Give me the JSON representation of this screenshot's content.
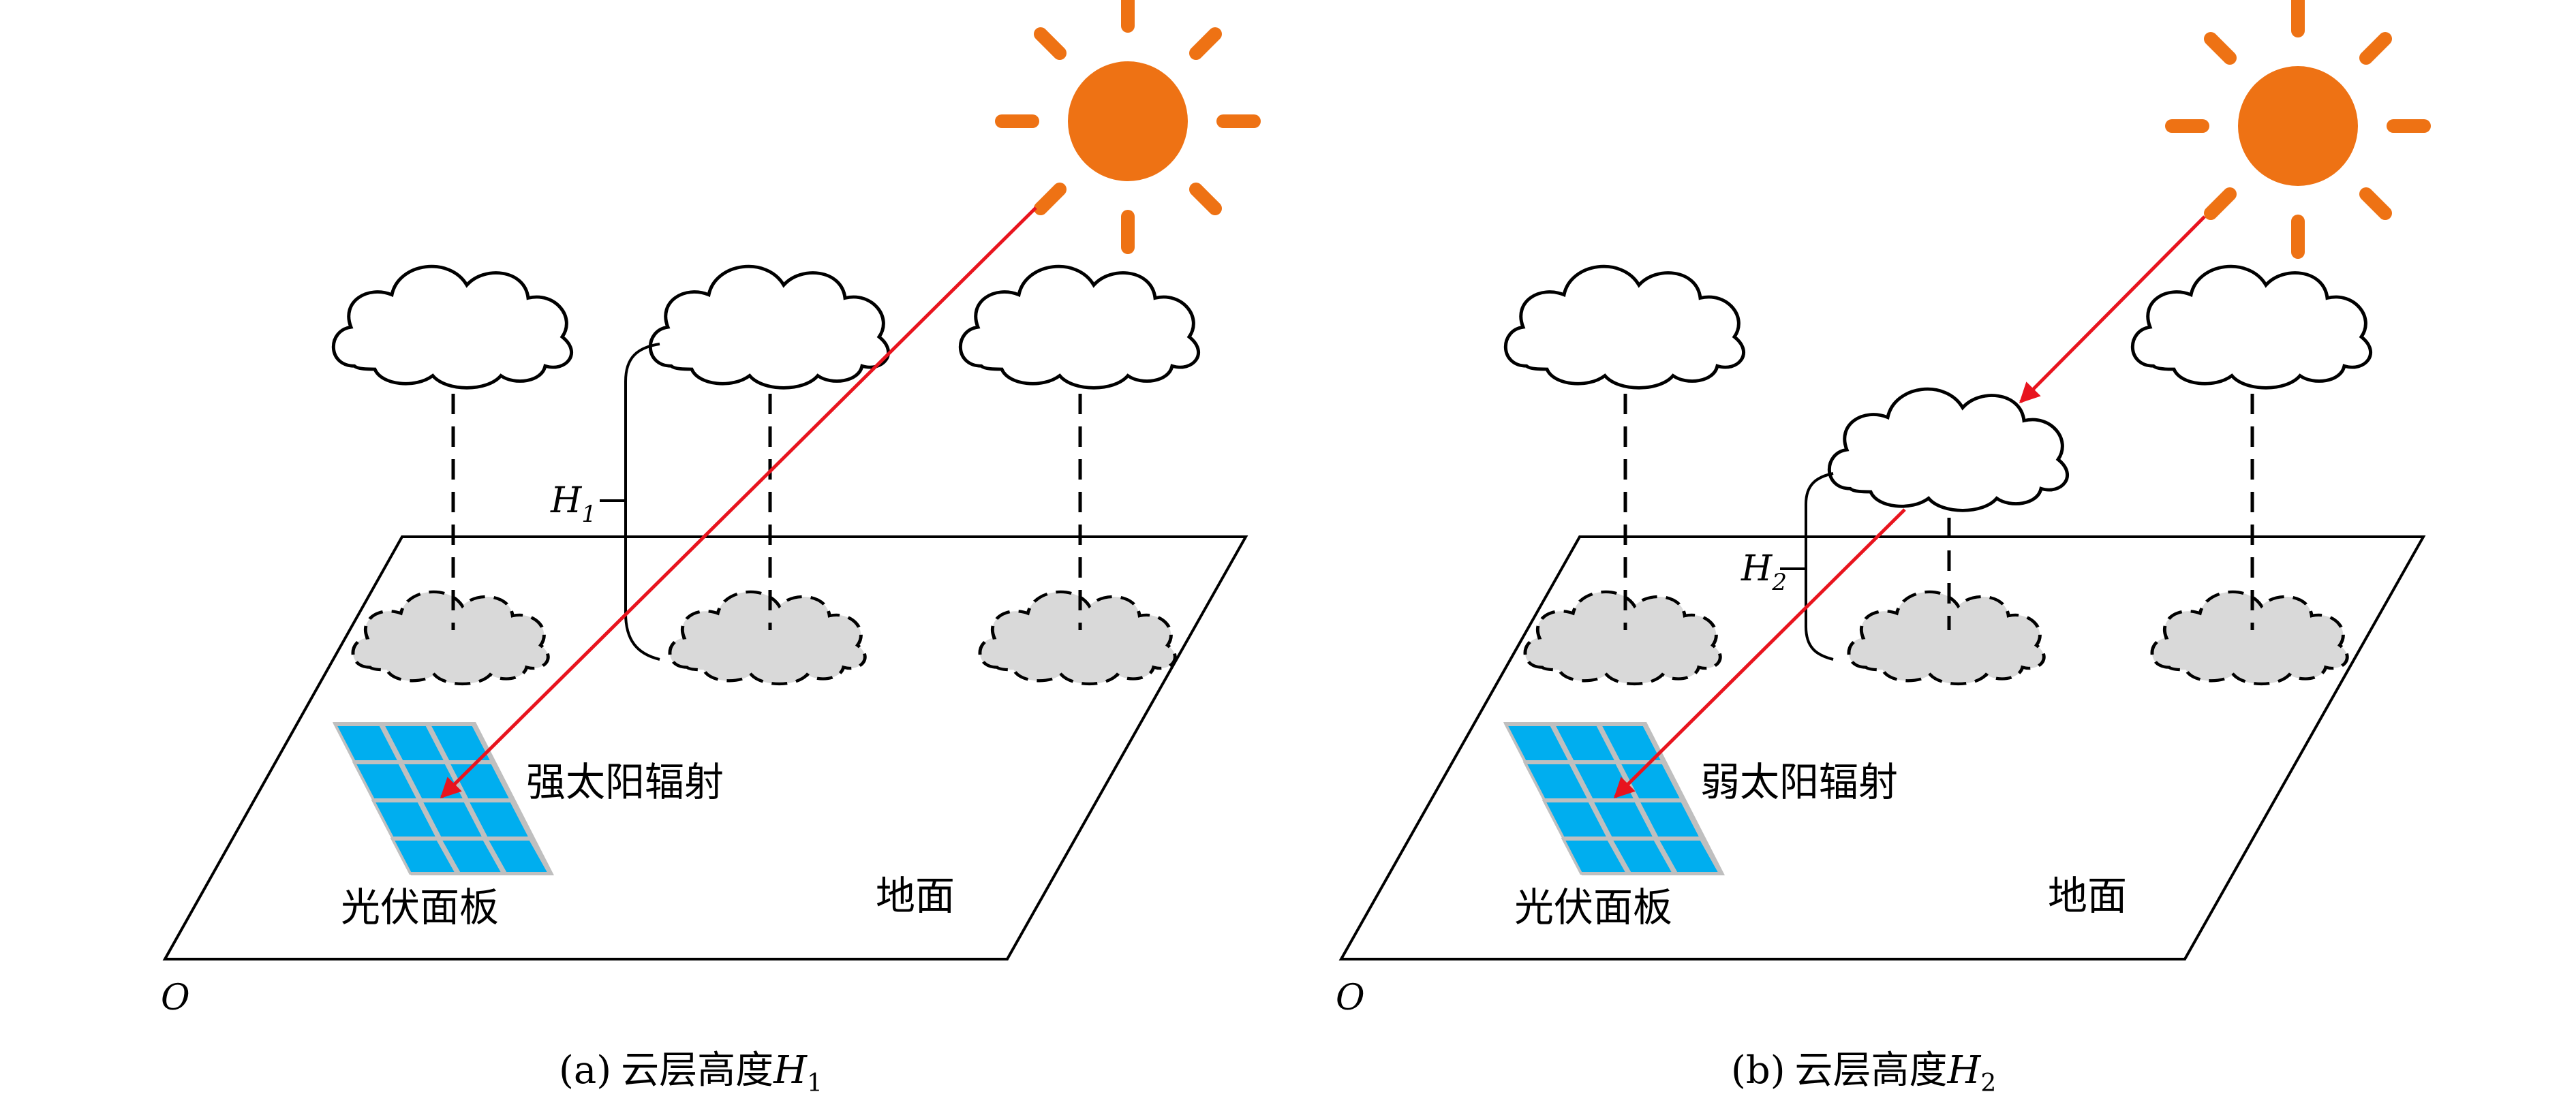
{
  "colors": {
    "sun": "#EE7214",
    "arrow": "#E8141E",
    "panel": "#00AEEF",
    "panel_frame": "#BFBFBF",
    "shadow": "#D9D9D9",
    "ink": "#000000"
  },
  "panels": {
    "a": {
      "height_symbol": "H",
      "height_sub": "1",
      "radiation_label": "强太阳辐射",
      "pv_label": "光伏面板",
      "ground_label": "地面",
      "origin_label": "O",
      "caption_prefix": "(a)",
      "caption_text": "云层高度",
      "caption_symbol": "H",
      "caption_sub": "1"
    },
    "b": {
      "height_symbol": "H",
      "height_sub": "2",
      "radiation_label": "弱太阳辐射",
      "pv_label": "光伏面板",
      "ground_label": "地面",
      "origin_label": "O",
      "caption_prefix": "(b)",
      "caption_text": "云层高度",
      "caption_symbol": "H",
      "caption_sub": "2"
    }
  },
  "icons": [
    "sun-icon",
    "cloud-icon",
    "cloud-shadow-icon",
    "solar-panel-icon",
    "radiation-arrow",
    "height-brace"
  ]
}
